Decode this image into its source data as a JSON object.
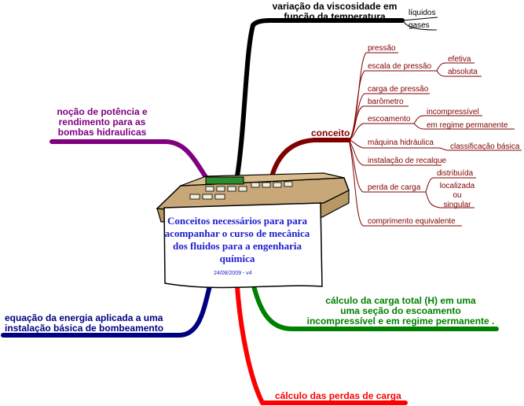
{
  "central": {
    "title": "Conceitos necessários para para acompanhar o curso de mecânica dos fluidos para a engenharia química",
    "date": "24/08/2009 - v4"
  },
  "branches": {
    "viscosity": {
      "label_line1": "variação da viscosidade em",
      "label_line2": "função da temperatura",
      "color": "#000000",
      "children": [
        "líquidos",
        "gases"
      ]
    },
    "power": {
      "label_line1": "noção de potência e",
      "label_line2": "rendimento para as",
      "label_line3": "bombas hidraulicas",
      "color": "#800080"
    },
    "concept": {
      "label": "conceito",
      "color": "#800000",
      "pressao": "pressão",
      "escala": "escala de pressão",
      "escala_children": [
        "efetiva",
        "absoluta"
      ],
      "carga_pressao": "carga de pressão",
      "barometro": "barômetro",
      "escoamento": "escoamento",
      "escoamento_children": [
        "incompressível",
        "em regime permanente"
      ],
      "maquina": "máquina hidráulica",
      "maquina_children": [
        "classificação básica"
      ],
      "instalacao": "instalação de recalque",
      "perda": "perda de carga",
      "perda_children": [
        "distribuída",
        "localizada",
        "ou",
        "singular"
      ],
      "comprimento": "comprimento equivalente"
    },
    "energy": {
      "label_line1": "equação da energia aplicada a uma",
      "label_line2": "instalação básica de bombeamento",
      "color": "#000080"
    },
    "total_head": {
      "label_line1": "cálculo da carga total (H) em uma",
      "label_line2": "uma seção do escoamento",
      "label_line3": "incompressível e em regime permanente .",
      "color": "#008000"
    },
    "losses": {
      "label": "cálculo das perdas de carga",
      "color": "#ff0000"
    }
  }
}
